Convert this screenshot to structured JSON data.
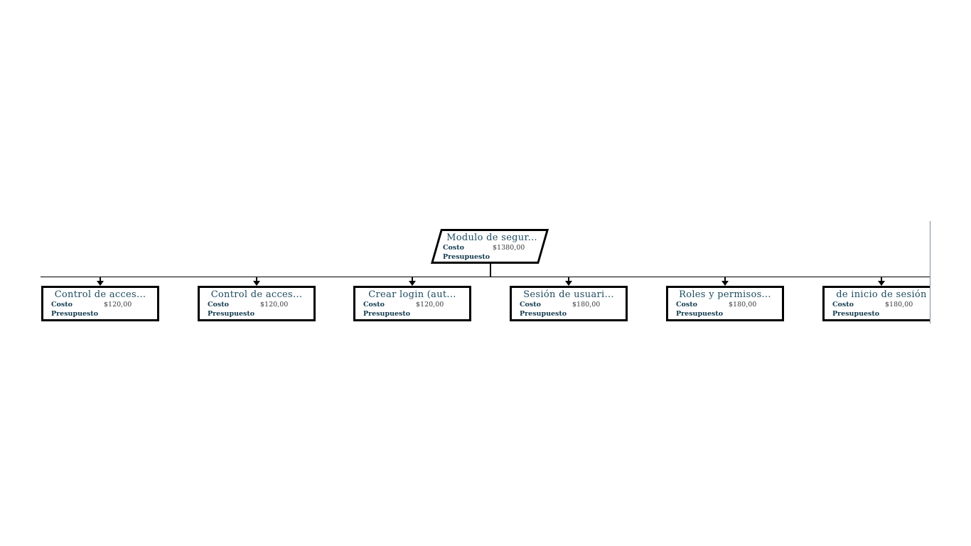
{
  "diagram": {
    "type": "wbs-org-chart",
    "root": {
      "title": "Modulo de segur...",
      "costo_value": "$1380,00"
    },
    "children": [
      {
        "title": "Control de acces...",
        "costo_value": "$120,00"
      },
      {
        "title": "Control de acces...",
        "costo_value": "$120,00"
      },
      {
        "title": "Crear login (aut...",
        "costo_value": "$120,00"
      },
      {
        "title": "Sesión de usuari...",
        "costo_value": "$180,00"
      },
      {
        "title": "Roles y permisos...",
        "costo_value": "$180,00"
      },
      {
        "title": "de inicio de sesión",
        "costo_value": "$180,00"
      }
    ],
    "labels": {
      "costo": "Costo",
      "presupuesto": "Presupuesto"
    },
    "colors": {
      "node_title": "#1d4a5f",
      "node_label": "#123a4e",
      "node_value": "#3c3c42",
      "node_border": "#000000",
      "connector": "#000000",
      "canvas_edge": "#7f8d99",
      "background": "#ffffff"
    }
  }
}
